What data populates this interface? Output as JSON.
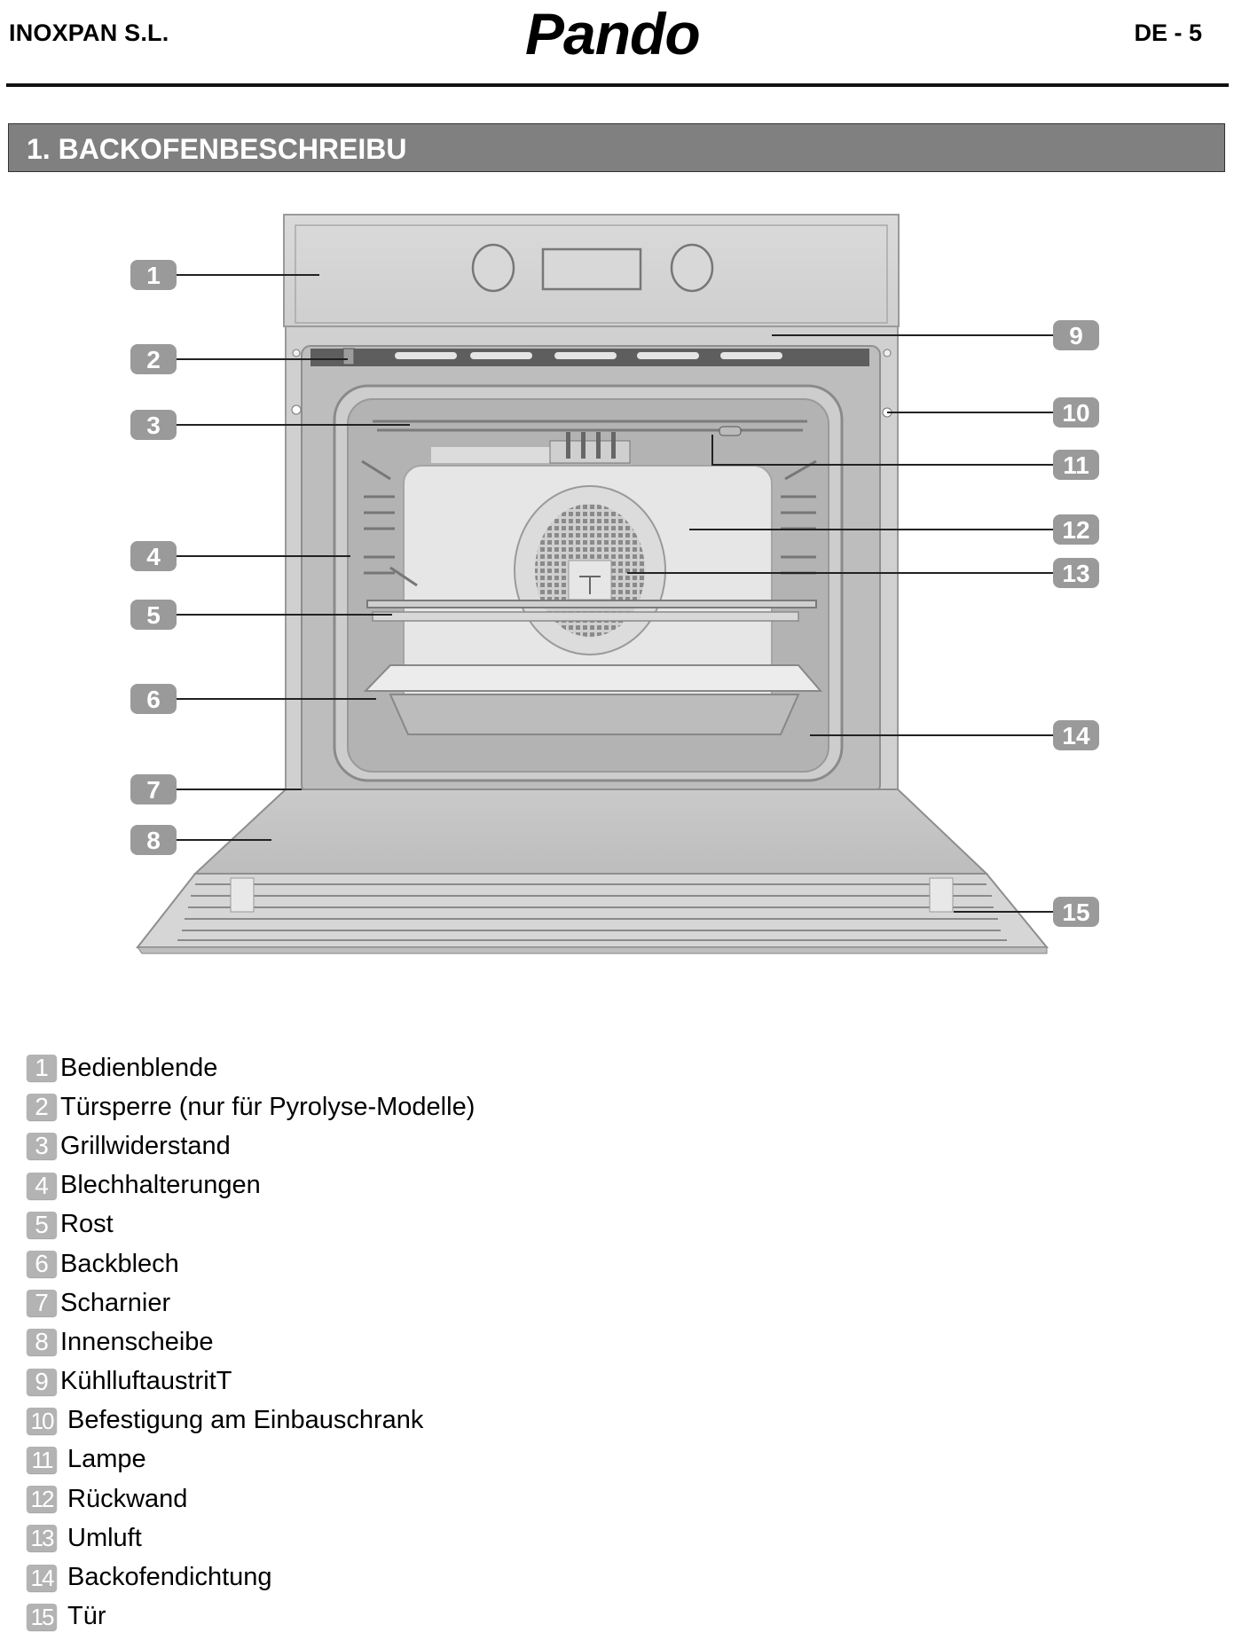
{
  "header": {
    "company": "INOXPAN S.L.",
    "brand": "Pando",
    "page_code": "DE - 5"
  },
  "section": {
    "title": "1. BACKOFENBESCHREIBU"
  },
  "diagram": {
    "subject": "oven-front-view",
    "callouts_left": [
      "1",
      "2",
      "3",
      "4",
      "5",
      "6",
      "7",
      "8"
    ],
    "callouts_right": [
      "9",
      "10",
      "11",
      "12",
      "13",
      "14",
      "15"
    ]
  },
  "legend": [
    {
      "number": "1",
      "label": "Bedienblende"
    },
    {
      "number": "2",
      "label": "Türsperre (nur für Pyrolyse-Modelle)"
    },
    {
      "number": "3",
      "label": "Grillwiderstand"
    },
    {
      "number": "4",
      "label": "Blechhalterungen"
    },
    {
      "number": "5",
      "label": "Rost"
    },
    {
      "number": "6",
      "label": "Backblech"
    },
    {
      "number": "7",
      "label": "Scharnier"
    },
    {
      "number": "8",
      "label": "Innenscheibe"
    },
    {
      "number": "9",
      "label": "KühlluftaustritT"
    },
    {
      "number": "10",
      "label": "Befestigung am Einbauschrank"
    },
    {
      "number": "11",
      "label": "Lampe"
    },
    {
      "number": "12",
      "label": "Rückwand"
    },
    {
      "number": "13",
      "label": "Umluft"
    },
    {
      "number": "14",
      "label": "Backofendichtung"
    },
    {
      "number": "15",
      "label": "Tür"
    }
  ],
  "colors": {
    "title_bar": "#808080",
    "badge": "#9a9a9a",
    "legend_badge": "#b3b3b3",
    "oven_body": "#d4d4d4"
  }
}
